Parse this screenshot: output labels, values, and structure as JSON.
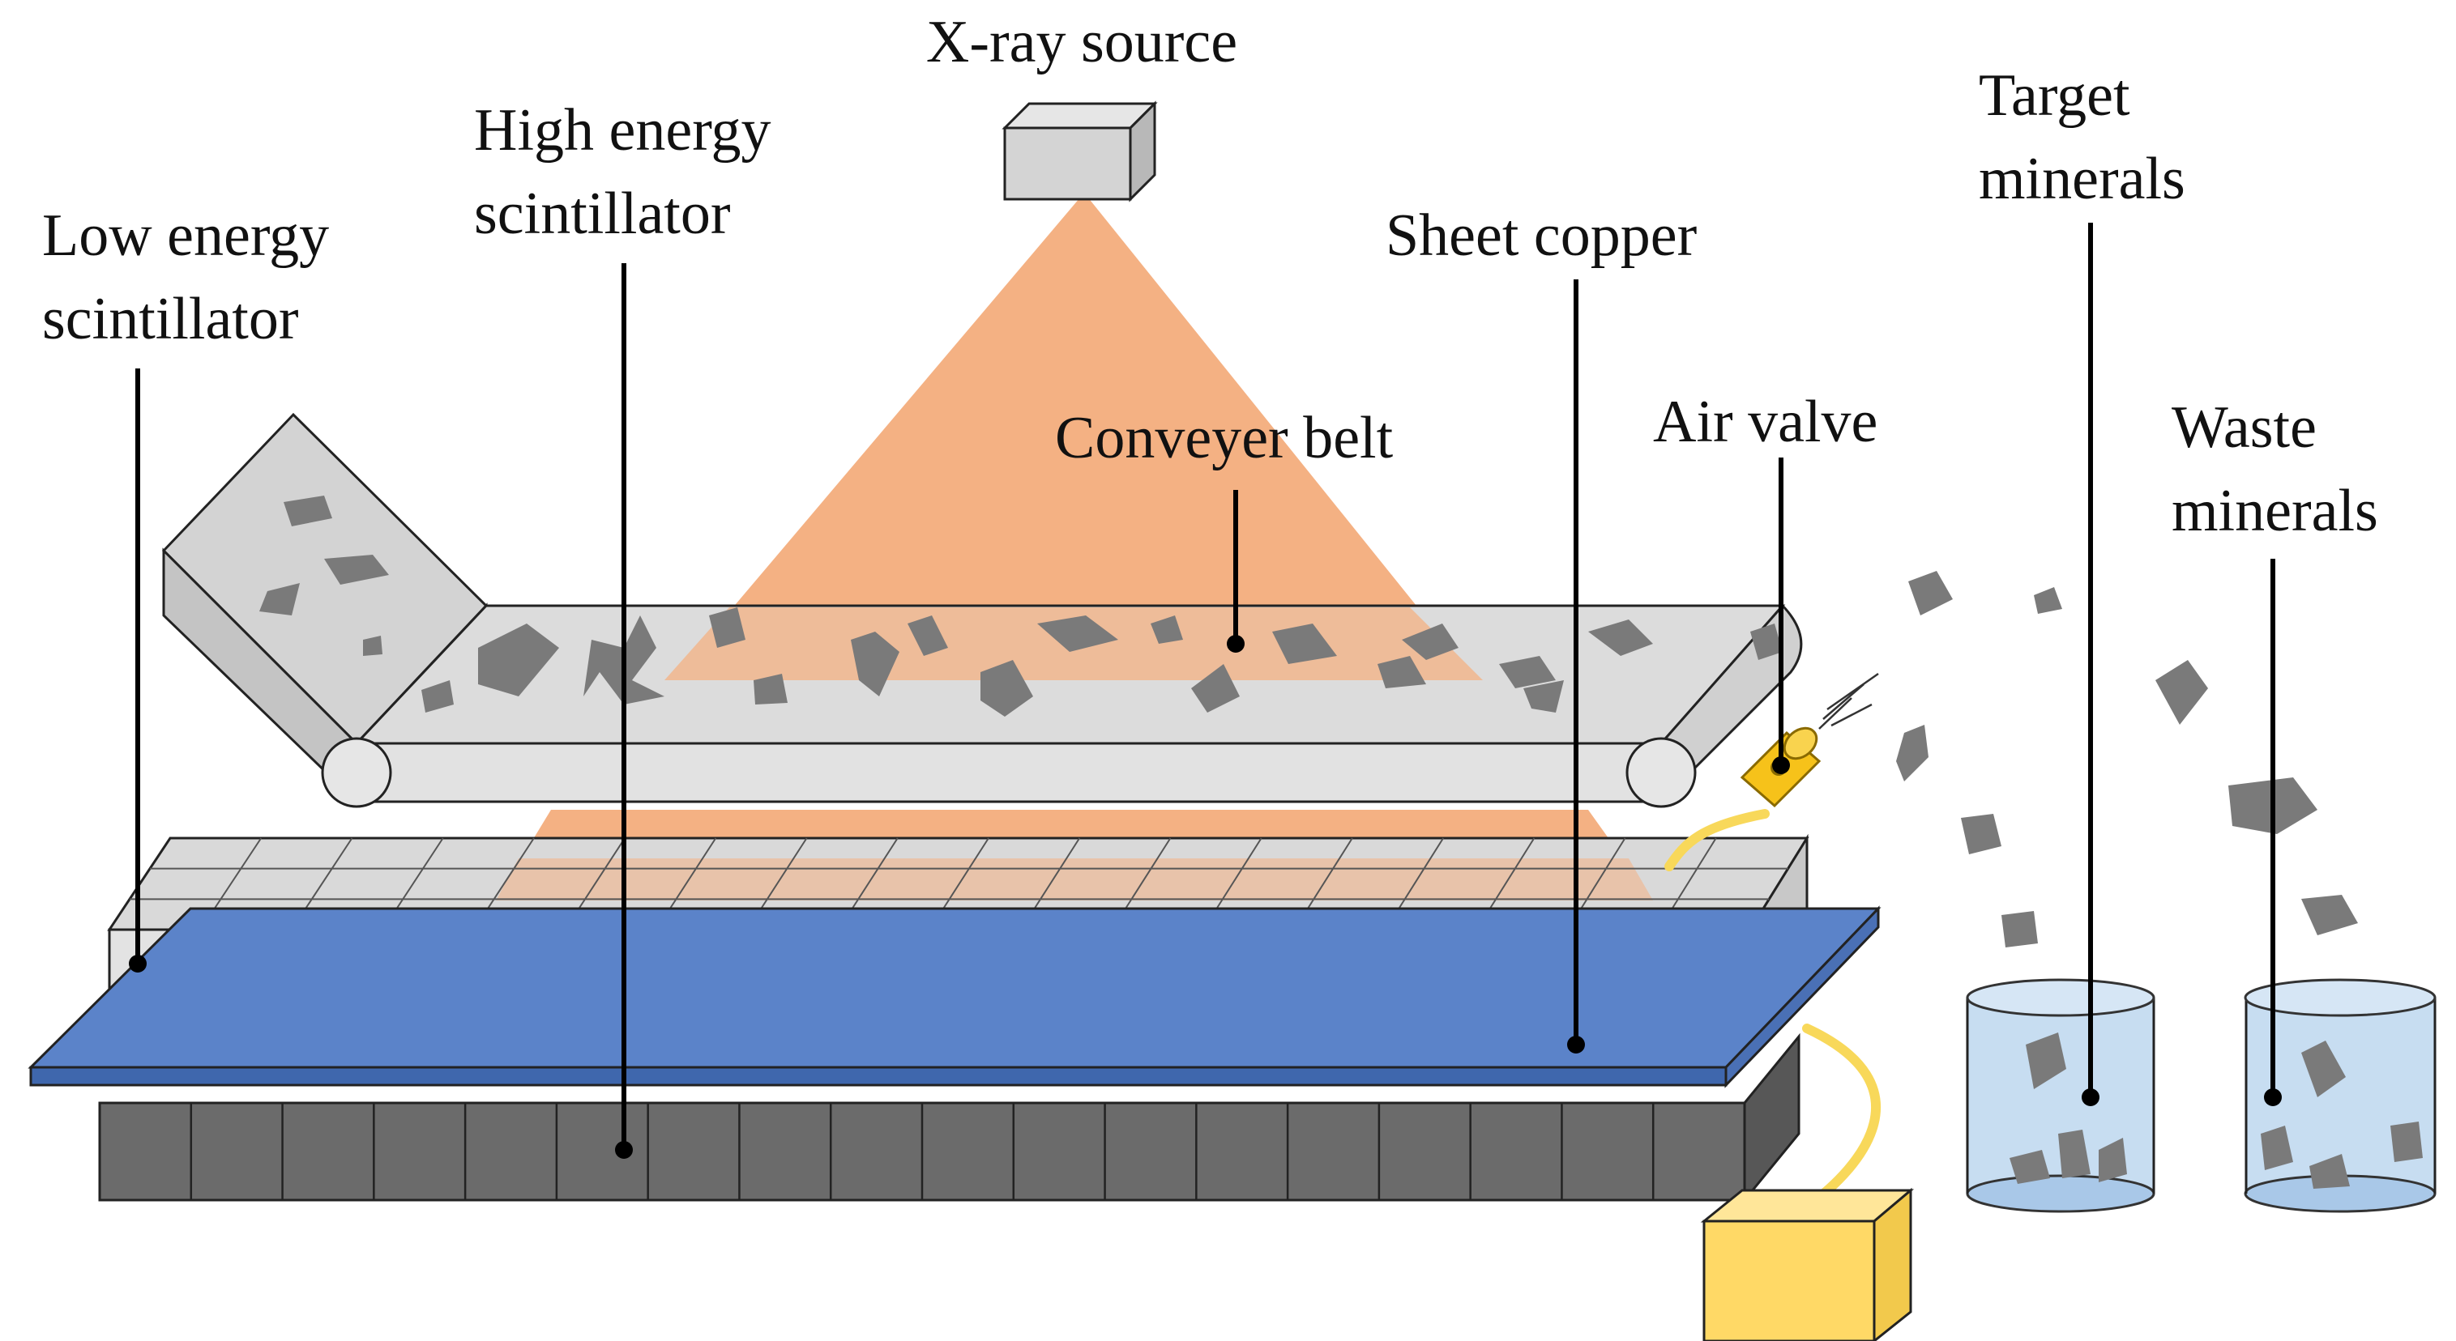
{
  "labels": {
    "xray_source": "X-ray source",
    "high_energy_line1": "High energy",
    "high_energy_line2": "scintillator",
    "low_energy_line1": "Low energy",
    "low_energy_line2": "scintillator",
    "sheet_copper": "Sheet copper",
    "target_line1": "Target",
    "target_line2": "minerals",
    "conveyer_belt": "Conveyer belt",
    "air_valve": "Air valve",
    "waste_line1": "Waste",
    "waste_line2": "minerals"
  },
  "colors": {
    "xray_beam": "#F4B183",
    "sheet_copper": "#5B83C9",
    "low_energy_scintillator": "#D9D9D9",
    "high_energy_scintillator": "#6B6B6B",
    "belt": "#DCDCDC",
    "mineral": "#7A7A7A",
    "air_valve": "#F6C21A",
    "cable": "#F8D85A",
    "controller_box": "#FFD966",
    "container": "#BDD7EE"
  }
}
